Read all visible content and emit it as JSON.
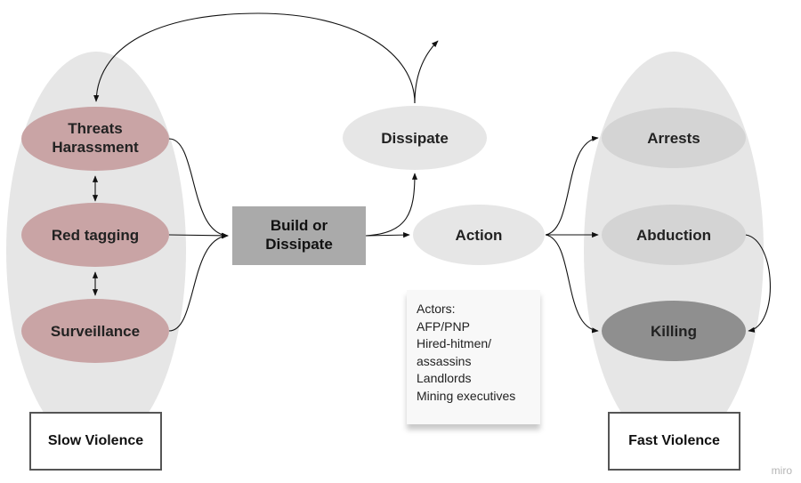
{
  "nodes": {
    "threats": {
      "line1": "Threats",
      "line2": "Harassment"
    },
    "red_tagging": "Red tagging",
    "surveillance": "Surveillance",
    "build": {
      "line1": "Build or",
      "line2": "Dissipate"
    },
    "dissipate": "Dissipate",
    "action": "Action",
    "arrests": "Arrests",
    "abduction": "Abduction",
    "killing": "Killing"
  },
  "actors": {
    "lines": [
      "Actors:",
      "AFP/PNP",
      "Hired-hitmen/",
      "assassins",
      "Landlords",
      "Mining executives"
    ]
  },
  "labels": {
    "slow": "Slow Violence",
    "fast": "Fast Violence"
  },
  "watermark": "miro",
  "colors": {
    "group_background": "#e6e6e6",
    "slow_node": "#c9a4a5",
    "neutral_node": "#e6e6e6",
    "fast_node": "#d4d4d4",
    "killing_node": "#8f8f8f",
    "build_box": "#aaaaaa"
  }
}
